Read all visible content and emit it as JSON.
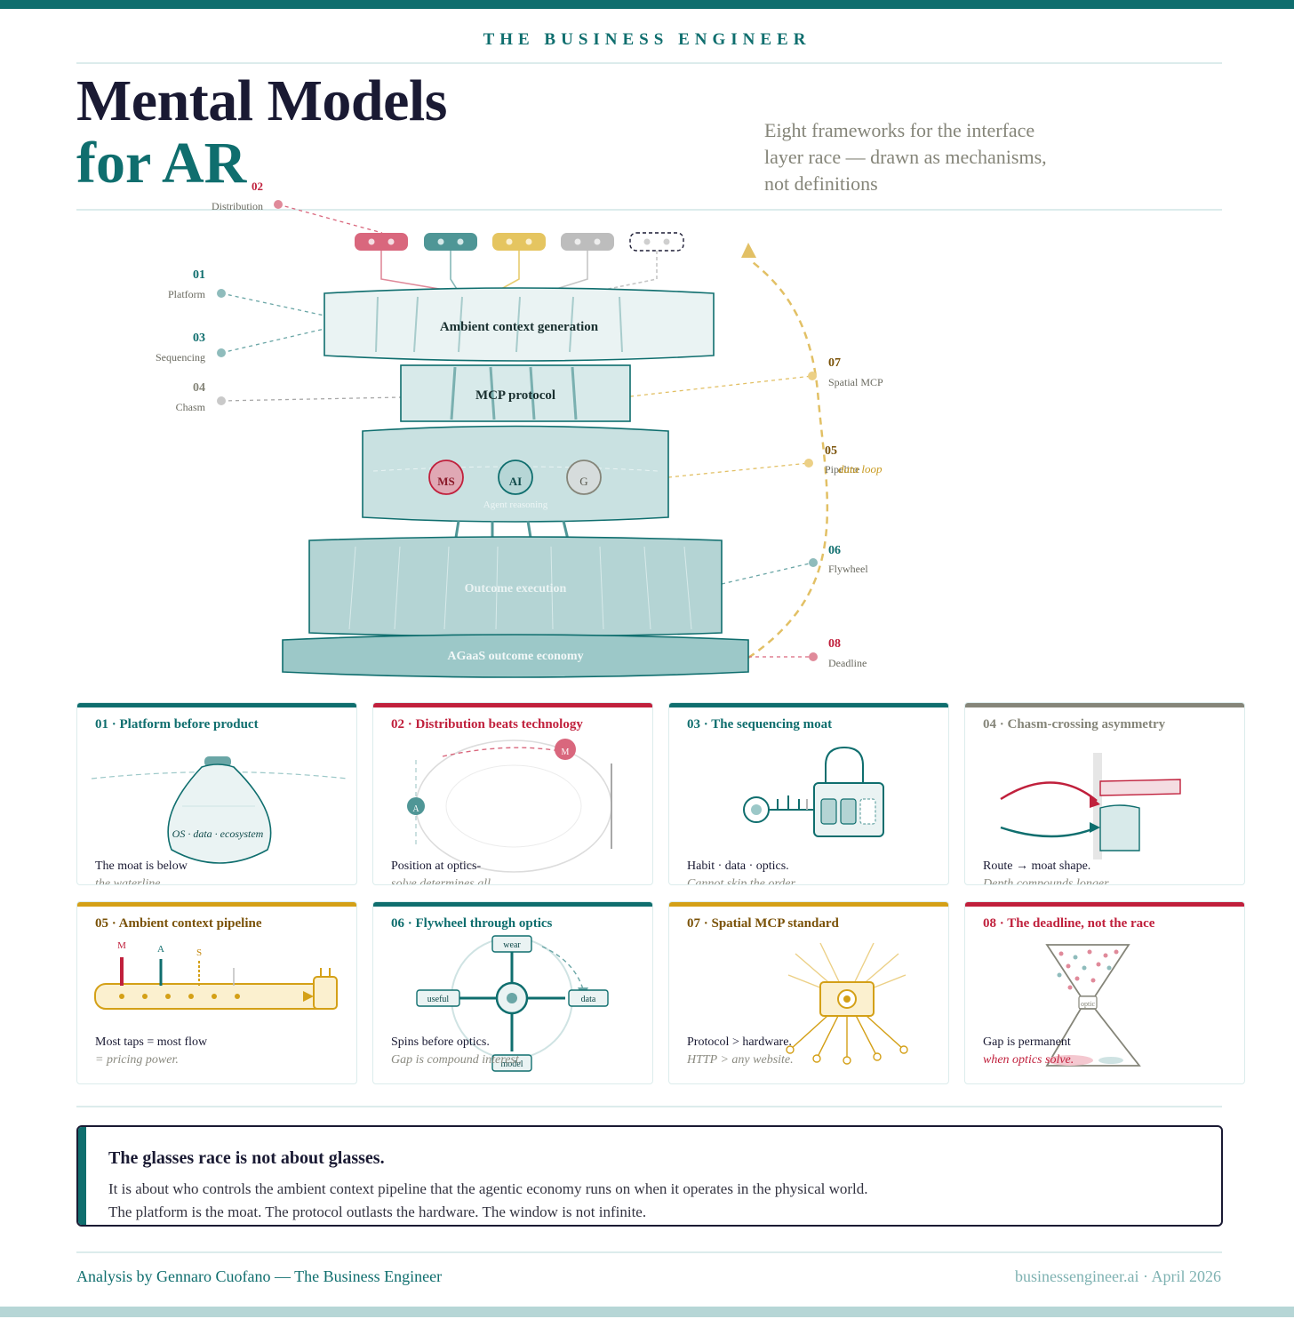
{
  "brand": "THE BUSINESS ENGINEER",
  "title_line1": "Mental Models",
  "title_line2": "for AR",
  "subtitle": "Eight frameworks for the interface layer race — drawn as mechanisms, not definitions",
  "colors": {
    "teal": "#0f6e6e",
    "red": "#c0203c",
    "gold": "#d4a017",
    "gray": "#858579",
    "navy": "#1a1a33"
  },
  "diagram": {
    "layers": {
      "ambient": "Ambient context generation",
      "mcp": "MCP protocol",
      "agent": "Agent reasoning",
      "outcome": "Outcome execution",
      "economy": "AGaaS outcome economy"
    },
    "agents": {
      "ms": "MS",
      "ai": "AI",
      "g": "G"
    },
    "data_loop": "data loop",
    "markers": [
      {
        "num": "01",
        "label": "Platform"
      },
      {
        "num": "02",
        "label": "Distribution"
      },
      {
        "num": "03",
        "label": "Sequencing"
      },
      {
        "num": "04",
        "label": "Chasm"
      },
      {
        "num": "05",
        "label": "Pipeline"
      },
      {
        "num": "06",
        "label": "Flywheel"
      },
      {
        "num": "07",
        "label": "Spatial MCP"
      },
      {
        "num": "08",
        "label": "Deadline"
      }
    ]
  },
  "cards": [
    {
      "title": "01 · Platform before product",
      "line1": "The moat is below",
      "line2": "the waterline.",
      "art": "OS · data · ecosystem"
    },
    {
      "title": "02 · Distribution beats technology",
      "line1": "Position at optics-",
      "line2": "solve determines all.",
      "art_a": "A",
      "art_m": "M"
    },
    {
      "title": "03 · The sequencing moat",
      "line1": "Habit · data · optics.",
      "line2": "Cannot skip the order."
    },
    {
      "title": "04 · Chasm-crossing asymmetry",
      "line1": "Route → moat shape.",
      "line2": "Depth compounds longer."
    },
    {
      "title": "05 · Ambient context pipeline",
      "line1": "Most taps = most flow",
      "line2": "= pricing power.",
      "art_m": "M",
      "art_a": "A",
      "art_s": "S"
    },
    {
      "title": "06 · Flywheel through optics",
      "line1": "Spins before optics.",
      "line2": "Gap is compound interest.",
      "art_wear": "wear",
      "art_useful": "useful",
      "art_data": "data",
      "art_model": "model"
    },
    {
      "title": "07 · Spatial MCP standard",
      "line1": "Protocol > hardware.",
      "line2": "HTTP > any website."
    },
    {
      "title": "08 · The deadline, not the race",
      "line1": "Gap is permanent",
      "line2": "when optics solve.",
      "art_optic": "optic"
    }
  ],
  "callout": {
    "heading": "The glasses race is not about glasses.",
    "body1": "It is about who controls the ambient context pipeline that the agentic economy runs on when it operates in the physical world.",
    "body2": "The platform is the moat. The protocol outlasts the hardware. The window is not infinite."
  },
  "footer": {
    "left": "Analysis by Gennaro Cuofano — The Business Engineer",
    "right": "businessengineer.ai · April 2026"
  }
}
